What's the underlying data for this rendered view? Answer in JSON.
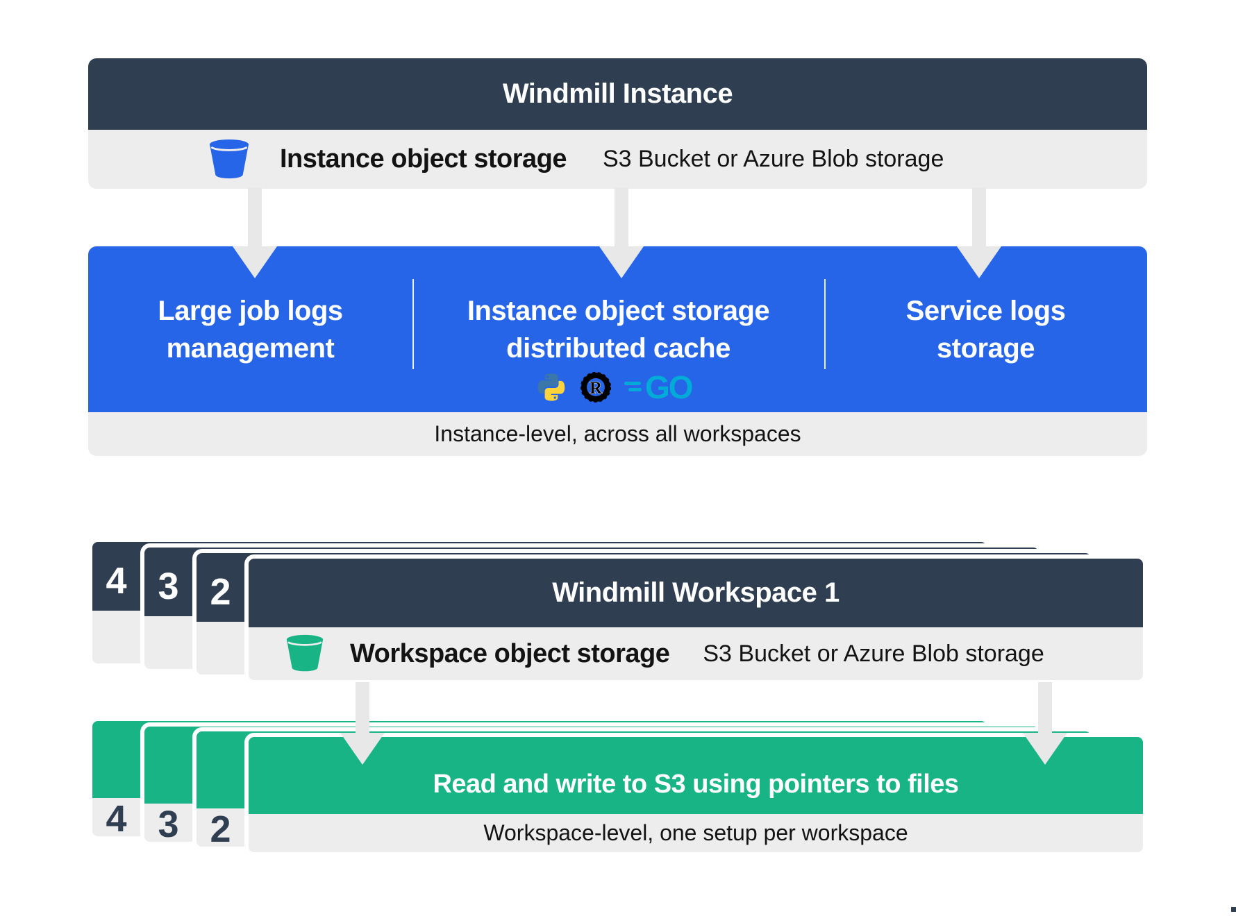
{
  "colors": {
    "navy": "#2F3F51",
    "blue": "#2765E8",
    "green": "#18B486",
    "bar": "#EEEDEE",
    "arrow": "#E9E8E9",
    "python_blue": "#3B77A8",
    "python_yellow": "#FFD43B",
    "rust_black": "#000000",
    "go_teal": "#00ACD7"
  },
  "instance": {
    "title": "Windmill Instance",
    "storage": {
      "icon": "bucket-icon",
      "label": "Instance object storage",
      "sub": "S3 Bucket or Azure Blob storage"
    },
    "features": [
      {
        "lines": [
          "Large job logs",
          "management"
        ]
      },
      {
        "lines": [
          "Instance object storage",
          "distributed cache"
        ],
        "language_icons": [
          "python-icon",
          "rust-icon",
          "go-icon"
        ]
      },
      {
        "lines": [
          "Service logs",
          "storage"
        ]
      }
    ],
    "caption": "Instance-level, across all workspaces"
  },
  "workspace": {
    "title": "Windmill Workspace 1",
    "stack_numbers": [
      "4",
      "3",
      "2"
    ],
    "storage": {
      "icon": "bucket-icon",
      "label": "Workspace object storage",
      "sub": "S3 Bucket or Azure Blob storage"
    },
    "banner": "Read and write to S3 using pointers to files",
    "caption": "Workspace-level, one setup per workspace"
  },
  "icons": {
    "rust_letter": "R",
    "go_letters": "GO"
  }
}
